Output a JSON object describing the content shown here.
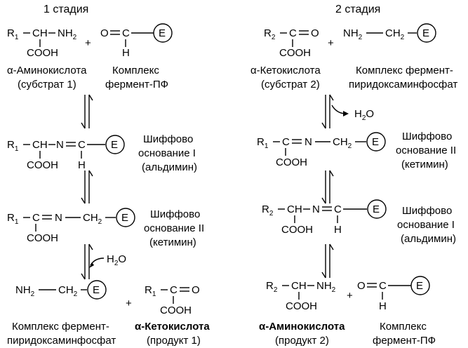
{
  "stages": {
    "stage1": "1 стадия",
    "stage2": "2 стадия"
  },
  "enzyme_symbol": "E",
  "chem": {
    "r1": "R",
    "r2": "R",
    "sub1": "1",
    "sub2": "2",
    "ch": "CH",
    "c": "C",
    "n": "N",
    "h": "H",
    "o": "O",
    "nh2": "NH",
    "ch2": "CH",
    "two": "2",
    "cooh": "COOH",
    "h2o_h": "H",
    "h2o_o": "O",
    "plus": "+"
  },
  "left": {
    "aminoacid_name": "α-Аминокислота",
    "aminoacid_role": "(субстрат 1)",
    "complex_pf_l1": "Комплекс",
    "complex_pf_l2": "фермент-ПФ",
    "schiff1_l1": "Шиффово",
    "schiff1_l2": "основание I",
    "schiff1_l3": "(альдимин)",
    "schiff2_l1": "Шиффово",
    "schiff2_l2": "основание II",
    "schiff2_l3": "(кетимин)",
    "complex_pam_l1": "Комплекс фермент-",
    "complex_pam_l2": "пиридоксаминфосфат",
    "ketoacid_name": "α-Кетокислота",
    "ketoacid_role": "(продукт 1)"
  },
  "right": {
    "ketoacid_name": "α-Кетокислота",
    "ketoacid_role": "(субстрат 2)",
    "complex_pam_l1": "Комплекс фермент-",
    "complex_pam_l2": "пиридоксаминфосфат",
    "schiff2_l1": "Шиффово",
    "schiff2_l2": "основание II",
    "schiff2_l3": "(кетимин)",
    "schiff1_l1": "Шиффово",
    "schiff1_l2": "основание I",
    "schiff1_l3": "(альдимин)",
    "aminoacid_name": "α-Аминокислота",
    "aminoacid_role": "(продукт 2)",
    "complex_pf_l1": "Комплекс",
    "complex_pf_l2": "фермент-ПФ"
  }
}
